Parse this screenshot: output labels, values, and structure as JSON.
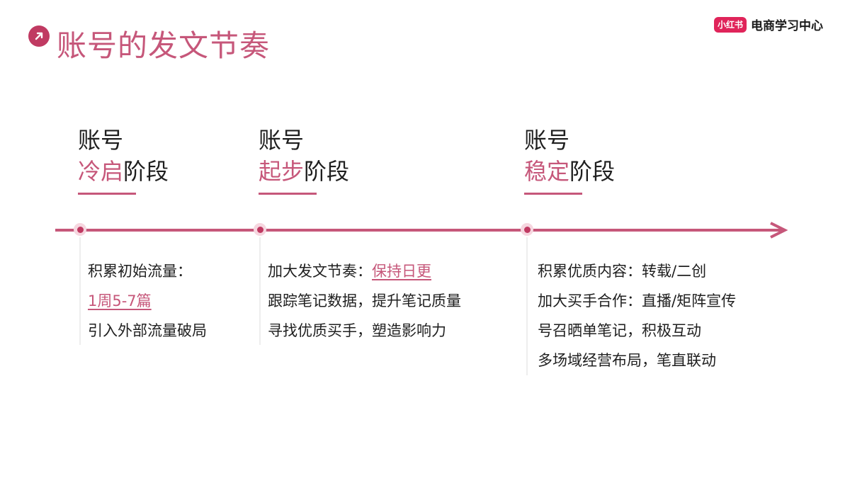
{
  "header": {
    "title": "账号的发文节奏",
    "brand_badge": "小红书",
    "brand_text": "电商学习中心"
  },
  "colors": {
    "accent": "#c6577a",
    "accent_dark": "#c03a62",
    "brand_red": "#e0245a",
    "text": "#1f1f1f"
  },
  "icons": {
    "title_icon": "arrow-up-right-icon",
    "timeline_arrow": "arrow-right-icon"
  },
  "stages": [
    {
      "line1": "账号",
      "accent": "冷启",
      "suffix": "阶段",
      "items": {
        "item1": "积累初始流量：",
        "item2": "1周5-7篇",
        "item3": "引入外部流量破局"
      }
    },
    {
      "line1": "账号",
      "accent": "起步",
      "suffix": "阶段",
      "items": {
        "item1_prefix": "加大发文节奏：",
        "item1_link": "保持日更",
        "item2": "跟踪笔记数据，提升笔记质量",
        "item3": "寻找优质买手，塑造影响力"
      }
    },
    {
      "line1": "账号",
      "accent": "稳定",
      "suffix": "阶段",
      "items": {
        "item1": "积累优质内容：转载/二创",
        "item2": "加大买手合作：直播/矩阵宣传",
        "item3": "号召晒单笔记，积极互动",
        "item4": "多场域经营布局，笔直联动"
      }
    }
  ]
}
